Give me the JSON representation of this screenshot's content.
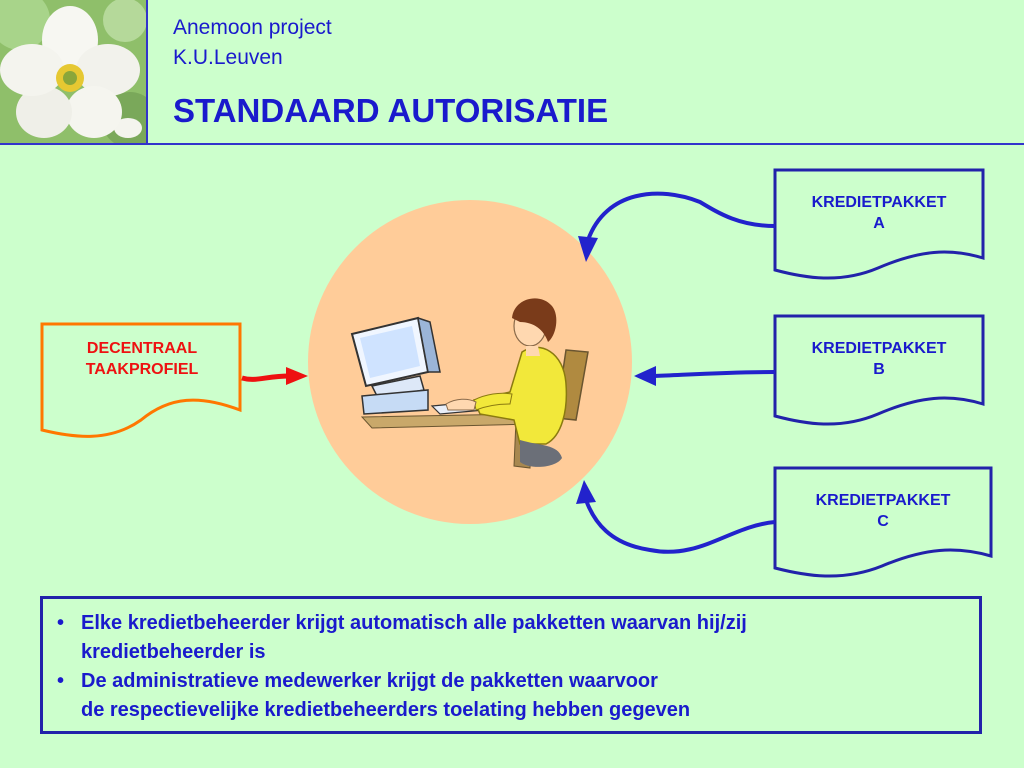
{
  "header": {
    "project_line1": "Anemoon project",
    "project_line2": "K.U.Leuven",
    "title": "STANDAARD AUTORISATIE",
    "logo_icon": "anemone-flower-photo"
  },
  "diagram": {
    "source_doc": {
      "line1": "DECENTRAAL",
      "line2": "TAAKPROFIEL",
      "color": "#ee1111",
      "border_color": "#ff7700"
    },
    "packages": [
      {
        "line1": "KREDIETPAKKET",
        "line2": "A"
      },
      {
        "line1": "KREDIETPAKKET",
        "line2": "B"
      },
      {
        "line1": "KREDIETPAKKET",
        "line2": "C"
      }
    ],
    "package_color": "#1a1acc",
    "center_icon": "person-at-computer-clipart",
    "circle_color": "#ffcc99"
  },
  "notes": [
    {
      "bullet": "•",
      "text": "Elke kredietbeheerder krijgt automatisch alle pakketten waarvan hij/zij\nkredietbeheerder is"
    },
    {
      "bullet": "•",
      "text": "De administratieve medewerker krijgt de pakketten waarvoor\nde respectievelijke kredietbeheerders toelating hebben gegeven"
    }
  ]
}
